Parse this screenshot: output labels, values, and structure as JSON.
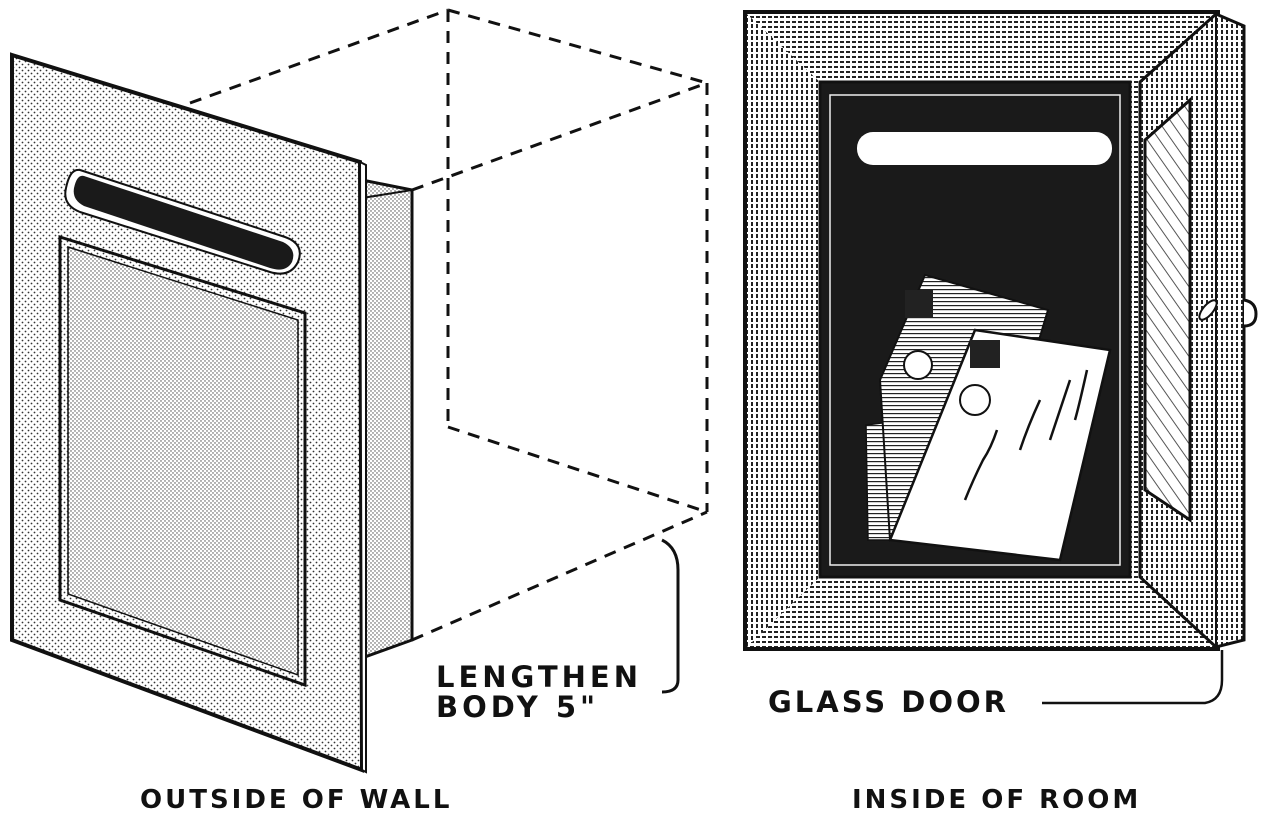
{
  "figure": {
    "left_view": {
      "caption": "OUTSIDE OF WALL",
      "annotation_line1": "LENGTHEN",
      "annotation_line2": "BODY 5\""
    },
    "right_view": {
      "caption": "INSIDE OF ROOM",
      "annotation": "GLASS DOOR"
    }
  },
  "colors": {
    "ink": "#111111",
    "paper": "#ffffff",
    "stipple": "#bdbdbd",
    "dark_interior": "#1a1a1a"
  }
}
